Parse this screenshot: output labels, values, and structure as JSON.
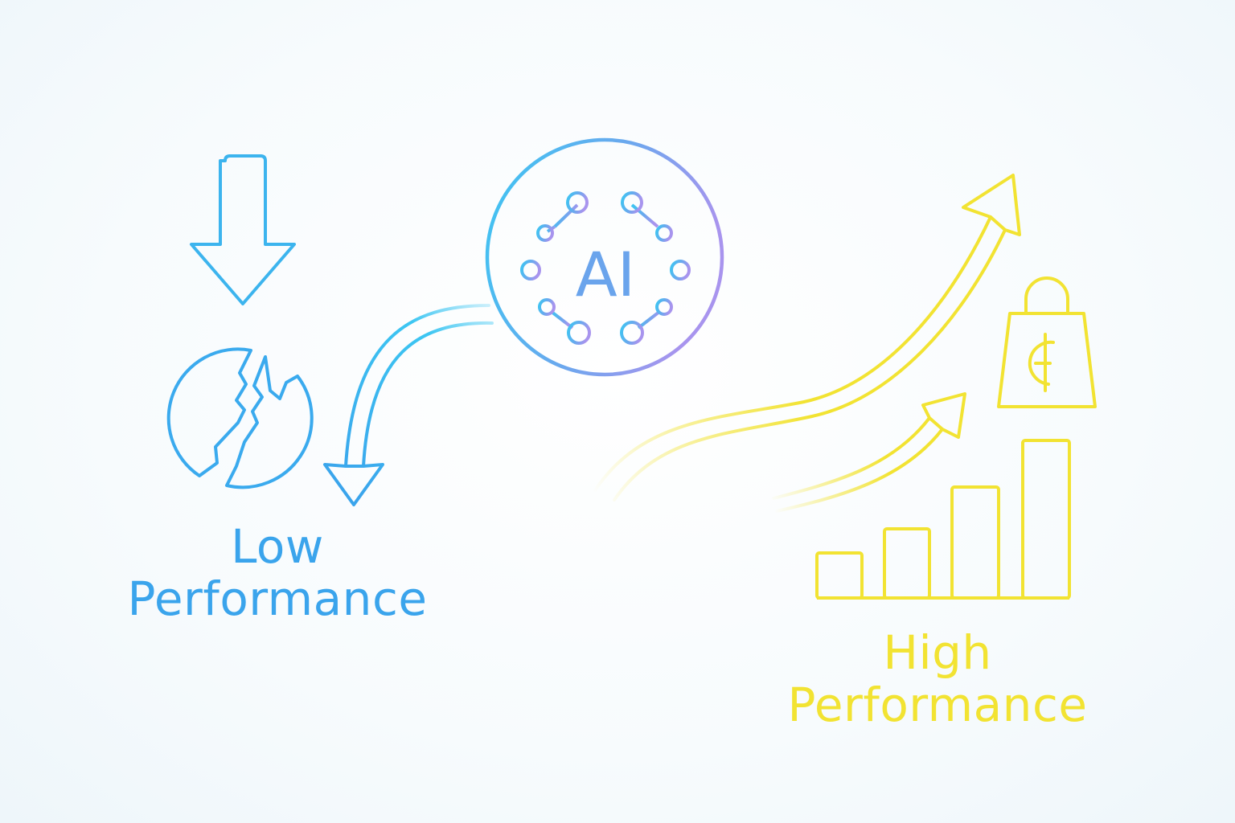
{
  "ai_hub": {
    "text": "AI"
  },
  "low_performance": {
    "line1": "Low",
    "line2": "Performance"
  },
  "high_performance": {
    "line1": "High",
    "line2": "Performance"
  },
  "icons": {
    "down": "down-arrow-icon",
    "broken": "broken-circle-icon",
    "ai": "ai-network-icon",
    "bag": "money-bag-icon",
    "bars": "bar-chart-icon"
  },
  "colors": {
    "low": "#3aa4ec",
    "ai_start": "#3cc6f2",
    "ai_end": "#a894ee",
    "high": "#f2e332"
  }
}
